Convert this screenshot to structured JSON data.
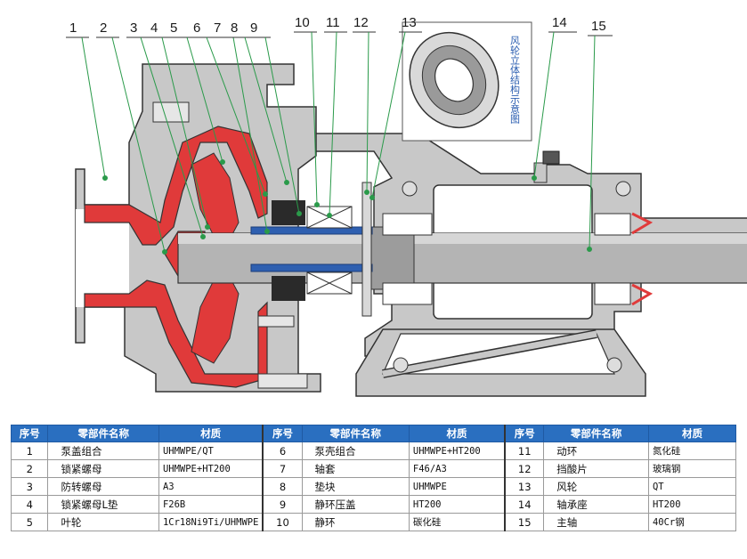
{
  "callouts": [
    "1",
    "2",
    "3",
    "4",
    "5",
    "6",
    "7",
    "8",
    "9",
    "10",
    "11",
    "12",
    "13",
    "14",
    "15"
  ],
  "inset_caption": "风轮立体结构示意图",
  "colors": {
    "casing": "#c8c8c8",
    "lining": "#e03a3a",
    "shaft": "#b4b4b4",
    "sleeve": "#2e5fb0",
    "seal": "#2a2a2a",
    "outline": "#333333",
    "leader": "#2a9a4a",
    "header": "#2a6fc0"
  },
  "table": {
    "headers": [
      "序号",
      "零部件名称",
      "材质",
      "序号",
      "零部件名称",
      "材质",
      "序号",
      "零部件名称",
      "材质"
    ],
    "rows": [
      [
        "1",
        "泵盖组合",
        "UHMWPE/QT",
        "6",
        "泵壳组合",
        "UHMWPE+HT200",
        "11",
        "动环",
        "氮化硅"
      ],
      [
        "2",
        "锁紧螺母",
        "UHMWPE+HT200",
        "7",
        "轴套",
        "F46/A3",
        "12",
        "挡酸片",
        "玻璃钢"
      ],
      [
        "3",
        "防转螺母",
        "A3",
        "8",
        "垫块",
        "UHMWPE",
        "13",
        "风轮",
        "QT"
      ],
      [
        "4",
        "锁紧螺母L垫",
        "F26B",
        "9",
        "静环压盖",
        "HT200",
        "14",
        "轴承座",
        "HT200"
      ],
      [
        "5",
        "叶轮",
        "1Cr18Ni9Ti/UHMWPE",
        "10",
        "静环",
        "碳化硅",
        "15",
        "主轴",
        "40Cr钢"
      ]
    ]
  }
}
